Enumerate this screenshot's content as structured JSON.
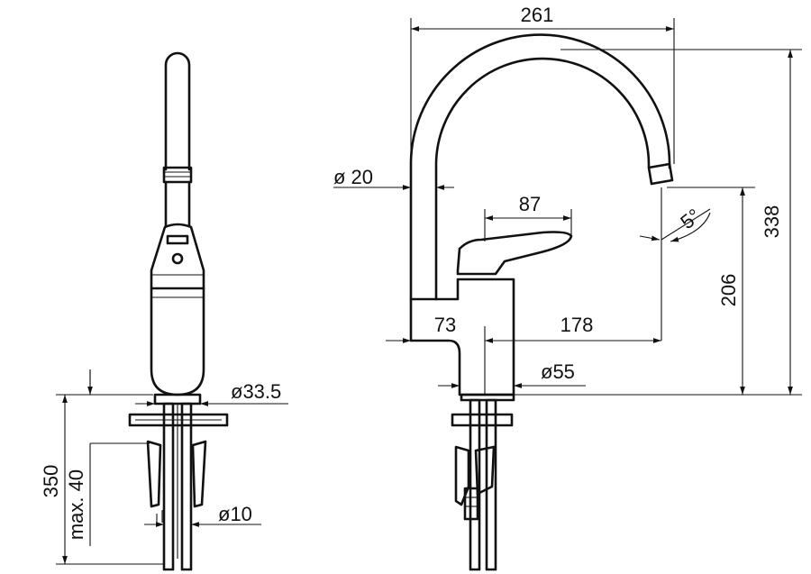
{
  "diagram": {
    "dimensions": {
      "spout_reach_261": "261",
      "pipe_diameter_20": "ø 20",
      "handle_87": "87",
      "spout_angle_5": "5°",
      "total_height_338": "338",
      "outlet_height_206": "206",
      "body_offset_73": "73",
      "spout_offset_178": "178",
      "base_diameter_55": "ø55",
      "base_diameter_33_5": "ø33.5",
      "hose_diameter_10": "ø10",
      "under_counter_350": "350",
      "counter_thickness_max_40": "max. 40"
    }
  }
}
